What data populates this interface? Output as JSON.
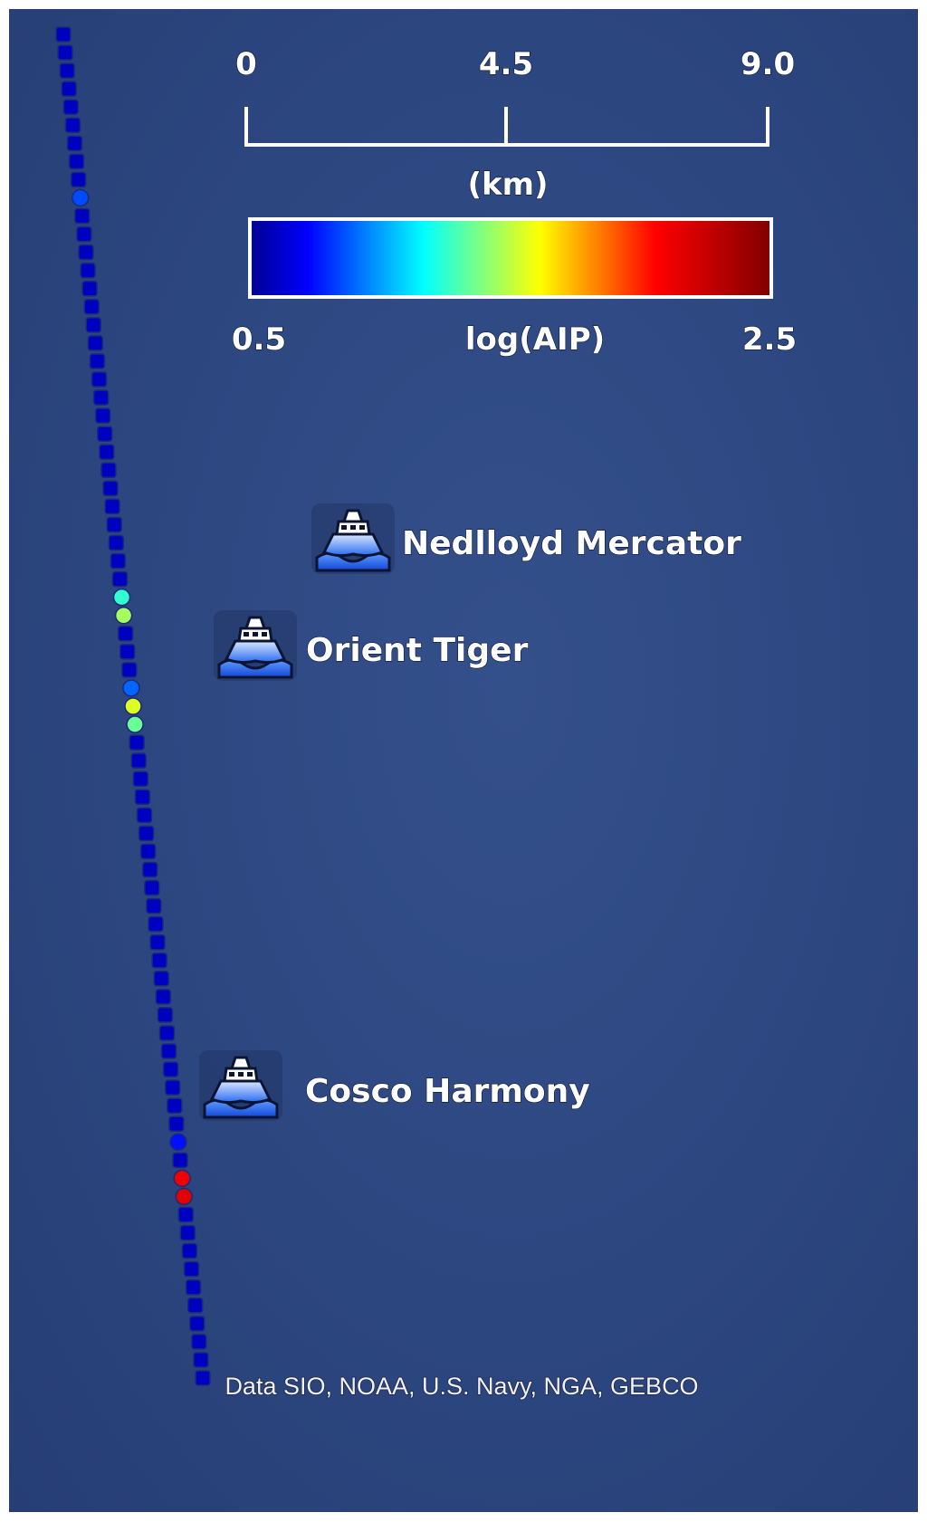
{
  "scale_bar": {
    "ticks": [
      "0",
      "4.5",
      "9.0"
    ],
    "unit": "(km)"
  },
  "colorbar": {
    "min_label": "0.5",
    "max_label": "2.5",
    "title": "log(AIP)",
    "range": [
      0.5,
      2.5
    ],
    "stops": [
      "#00008f",
      "#0000ff",
      "#0080ff",
      "#00ffff",
      "#80ff80",
      "#ffff00",
      "#ff8000",
      "#ff0000",
      "#bf0000",
      "#800000"
    ]
  },
  "ships": [
    {
      "name": "Nedlloyd Mercator"
    },
    {
      "name": "Orient Tiger"
    },
    {
      "name": "Cosco Harmony"
    }
  ],
  "track": {
    "point_count": 75,
    "highlights": [
      {
        "index": 9,
        "level": 0.85
      },
      {
        "index": 31,
        "level": 1.25
      },
      {
        "index": 32,
        "level": 1.45
      },
      {
        "index": 36,
        "level": 0.9
      },
      {
        "index": 37,
        "level": 1.55
      },
      {
        "index": 38,
        "level": 1.35
      },
      {
        "index": 61,
        "level": 0.75
      },
      {
        "index": 63,
        "level": 2.1
      },
      {
        "index": 64,
        "level": 2.15
      }
    ],
    "base_level": 0.6,
    "colors": {
      "low": "#0a1fd0",
      "cyanish": "#1d8fe0",
      "teal": "#3fd6a0",
      "yellowgreen": "#b8e040",
      "orange": "#f0a020",
      "red": "#d81010"
    }
  },
  "attribution": "Data SIO, NOAA, U.S. Navy, NGA, GEBCO"
}
